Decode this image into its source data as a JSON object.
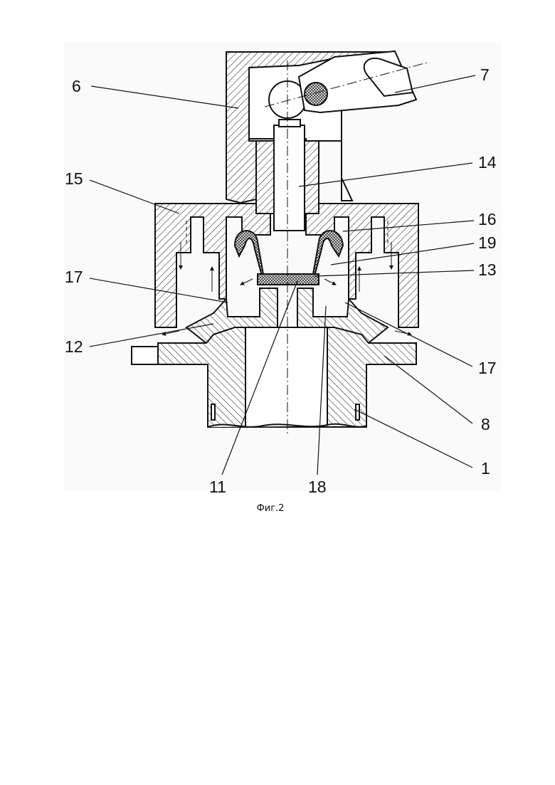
{
  "caption": "Фиг.2",
  "labels": {
    "l6": "6",
    "l7": "7",
    "l14": "14",
    "l15": "15",
    "l16": "16",
    "l19": "19",
    "l17a": "17",
    "l13": "13",
    "l12": "12",
    "l17b": "17",
    "l8": "8",
    "l1": "1",
    "l11": "11",
    "l18": "18"
  }
}
